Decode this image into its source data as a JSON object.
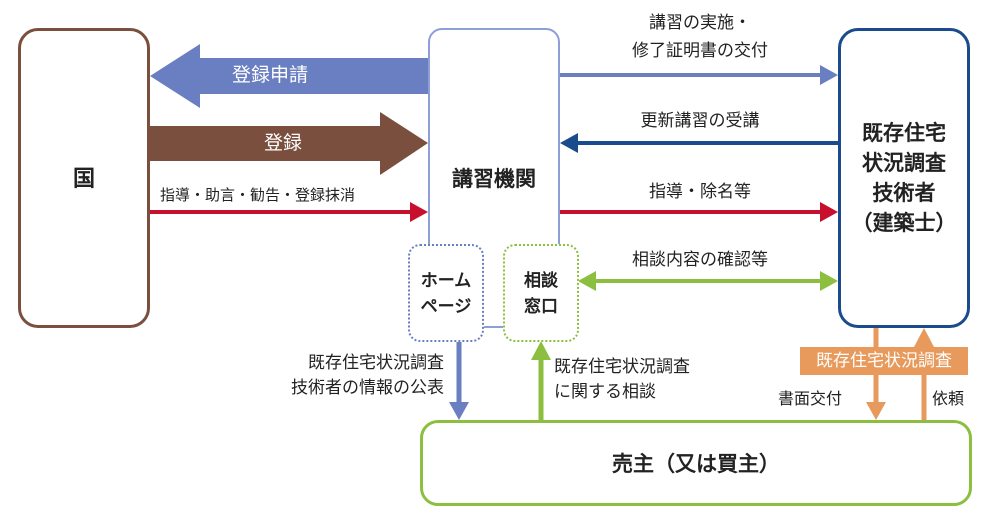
{
  "nodes": {
    "kuni": "国",
    "koshu_kikan": "講習機関",
    "gijutsusha_line1": "既存住宅",
    "gijutsusha_line2": "状況調査",
    "gijutsusha_line3": "技術者",
    "gijutsusha_line4": "（建築士）",
    "homepage_line1": "ホーム",
    "homepage_line2": "ページ",
    "soudan_line1": "相談",
    "soudan_line2": "窓口",
    "urinushi": "売主（又は買主）"
  },
  "edges": {
    "touroku_shinsei": "登録申請",
    "touroku": "登録",
    "shidou_kuni": "指導・助言・勧告・登録抹消",
    "koshu_jisshi_line1": "講習の実施・",
    "koshu_jisshi_line2": "修了証明書の交付",
    "koshin_jukou": "更新講習の受講",
    "shidou_jomei": "指導・除名等",
    "soudan_naiyou": "相談内容の確認等",
    "kouhyou_line1": "既存住宅状況調査",
    "kouhyou_line2": "技術者の情報の公表",
    "soudan_line1": "既存住宅状況調査",
    "soudan_line2": "に関する相談",
    "chousa_badge": "既存住宅状況調査",
    "shomen_koufu": "書面交付",
    "irai": "依頼"
  },
  "colors": {
    "brown": "#7b4f3e",
    "purple_blue": "#6a7fc1",
    "red": "#c8102e",
    "navy": "#1a4b8c",
    "green": "#8cbf3f",
    "orange": "#e79a5c",
    "koshu_border": "#8d9fd6"
  }
}
